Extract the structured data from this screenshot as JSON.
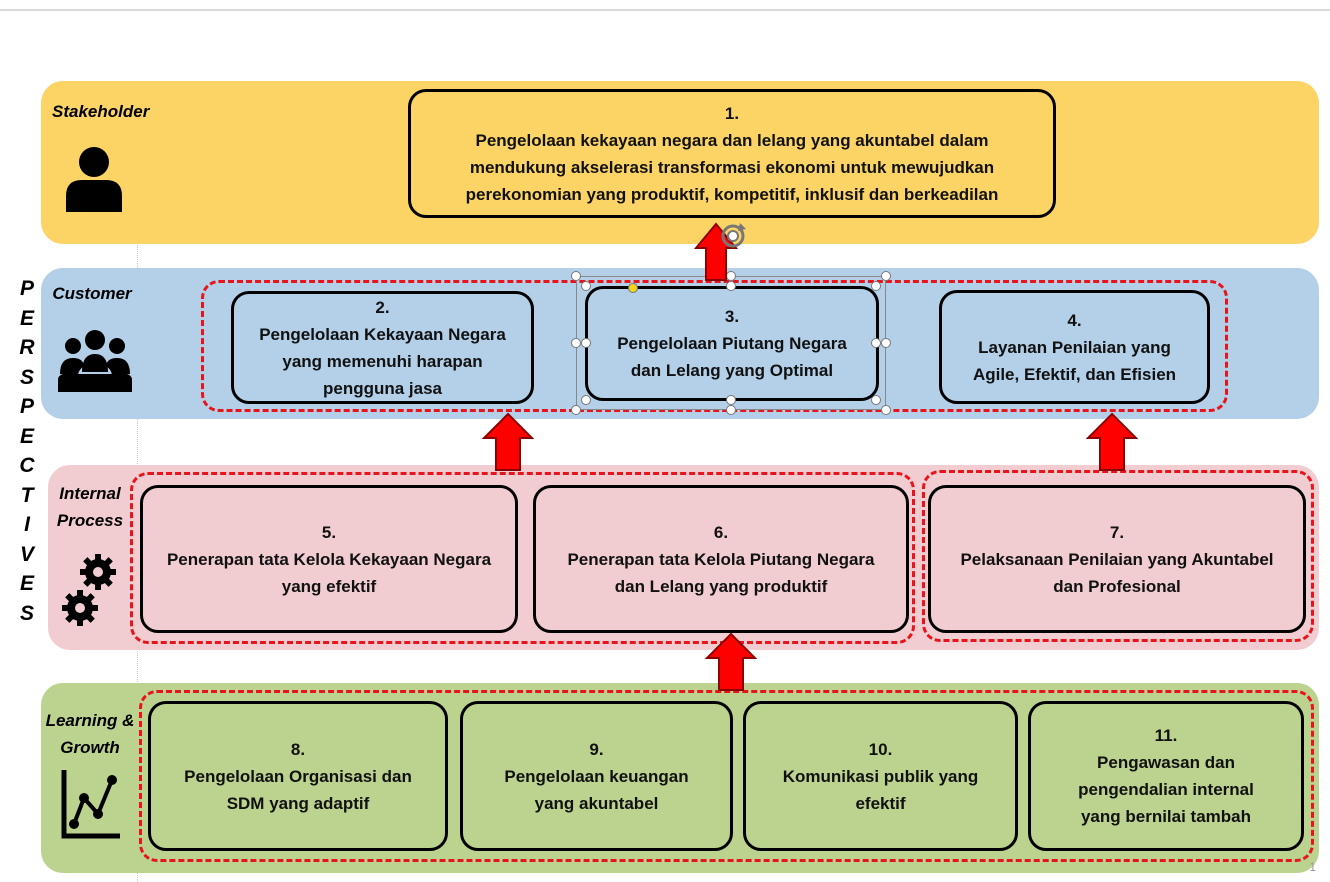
{
  "vertical_label": "PERSPECTIVES",
  "colors": {
    "stakeholder_band": "#fcd466",
    "customer_band": "#b4cfe8",
    "internal_band": "#f1cdd1",
    "learning_band": "#bcd38f",
    "dash_red": "#e8141b",
    "arrow_red": "#ff0000"
  },
  "perspectives": [
    {
      "label": "Stakeholder",
      "icon": "person-icon"
    },
    {
      "label_line1": "Customer",
      "icon": "group-icon"
    },
    {
      "label_line1": "Internal",
      "label_line2": "Process",
      "icon": "gears-icon"
    },
    {
      "label_line1": "Learning &",
      "label_line2": "Growth",
      "icon": "growth-chart-icon"
    }
  ],
  "objectives": [
    {
      "num": "1.",
      "lines": [
        "Pengelolaan kekayaan negara dan lelang yang akuntabel dalam",
        "mendukung akselerasi transformasi ekonomi untuk mewujudkan",
        "perekonomian yang produktif, kompetitif, inklusif dan berkeadilan"
      ]
    },
    {
      "num": "2.",
      "lines": [
        "Pengelolaan Kekayaan Negara",
        "yang memenuhi harapan",
        "pengguna jasa"
      ]
    },
    {
      "num": "3.",
      "lines": [
        "Pengelolaan Piutang Negara",
        "dan Lelang yang Optimal"
      ]
    },
    {
      "num": "4.",
      "lines": [
        "Layanan Penilaian yang",
        "Agile, Efektif, dan Efisien"
      ]
    },
    {
      "num": "5.",
      "lines": [
        "Penerapan tata Kelola Kekayaan Negara",
        "yang efektif"
      ]
    },
    {
      "num": "6.",
      "lines": [
        "Penerapan tata Kelola Piutang Negara",
        "dan Lelang yang produktif"
      ]
    },
    {
      "num": "7.",
      "lines": [
        "Pelaksanaan Penilaian yang Akuntabel",
        "dan Profesional"
      ]
    },
    {
      "num": "8.",
      "lines": [
        "Pengelolaan Organisasi dan",
        "SDM yang adaptif"
      ]
    },
    {
      "num": "9.",
      "lines": [
        "Pengelolaan keuangan",
        "yang akuntabel"
      ]
    },
    {
      "num": "10.",
      "lines": [
        "Komunikasi publik yang",
        "efektif"
      ]
    },
    {
      "num": "11.",
      "lines": [
        "Pengawasan dan",
        "pengendalian internal",
        "yang bernilai tambah"
      ]
    }
  ],
  "page_number": "1"
}
